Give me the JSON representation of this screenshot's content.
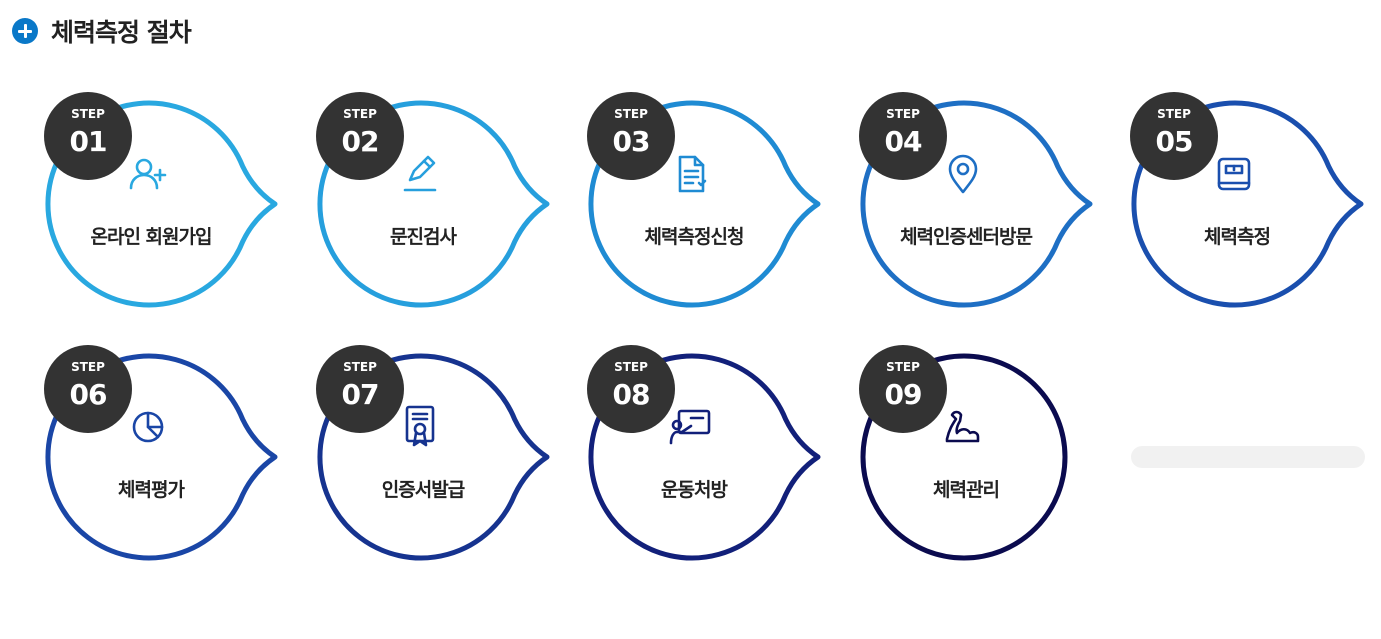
{
  "heading": {
    "title": "체력측정 절차",
    "icon": "plus-circle-icon"
  },
  "badge_label": "STEP",
  "steps": [
    {
      "num": "01",
      "label": "온라인 회원가입",
      "icon": "add-user-icon",
      "color": "#29a8e0"
    },
    {
      "num": "02",
      "label": "문진검사",
      "icon": "pencil-icon",
      "color": "#269fdd"
    },
    {
      "num": "03",
      "label": "체력측정신청",
      "icon": "document-icon",
      "color": "#1f8bd3"
    },
    {
      "num": "04",
      "label": "체력인증센터방문",
      "icon": "location-pin-icon",
      "color": "#1e6fc4"
    },
    {
      "num": "05",
      "label": "체력측정",
      "icon": "scale-icon",
      "color": "#1a4fae"
    },
    {
      "num": "06",
      "label": "체력평가",
      "icon": "pie-chart-icon",
      "color": "#1a46a6"
    },
    {
      "num": "07",
      "label": "인증서발급",
      "icon": "certificate-icon",
      "color": "#16338f"
    },
    {
      "num": "08",
      "label": "운동처방",
      "icon": "presentation-icon",
      "color": "#12207a"
    },
    {
      "num": "09",
      "label": "체력관리",
      "icon": "muscle-arm-icon",
      "color": "#0b0b4f"
    }
  ]
}
